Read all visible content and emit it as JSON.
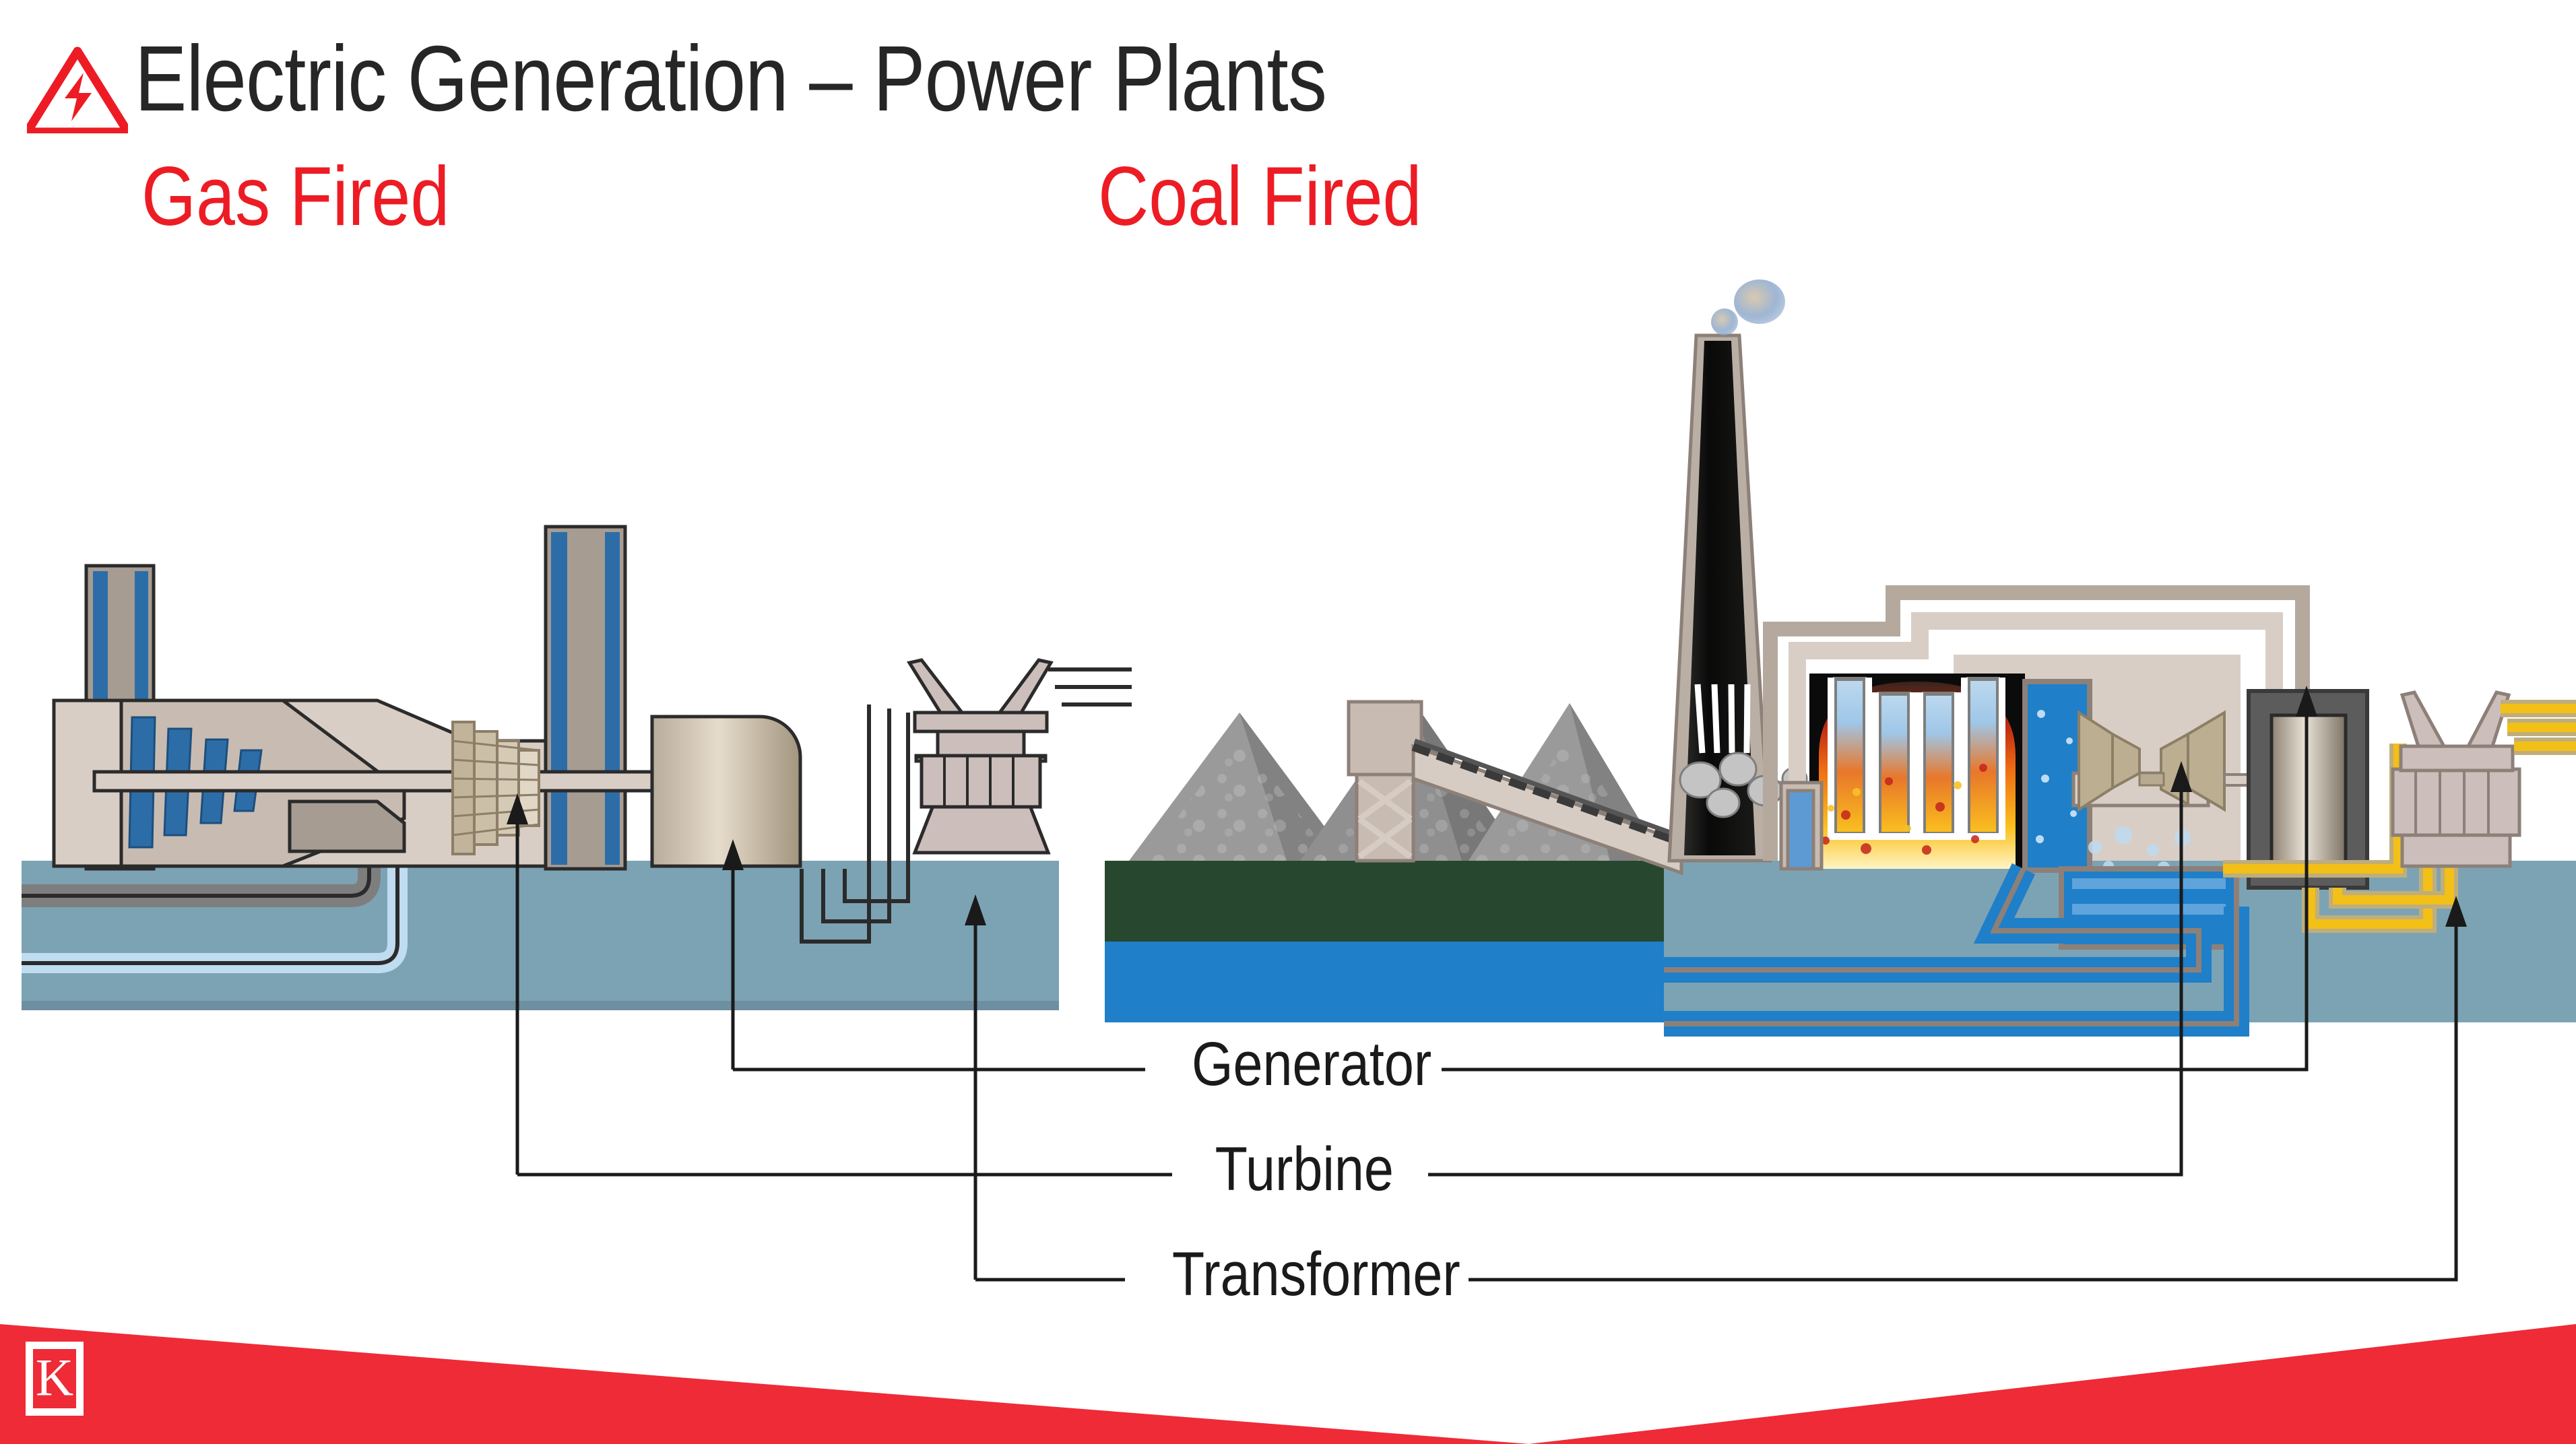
{
  "header": {
    "title": "Electric Generation – Power Plants",
    "hazard_icon": "electric-hazard-triangle-icon",
    "subtitle_left": "Gas Fired",
    "subtitle_right": "Coal Fired",
    "title_color": "#262626",
    "subtitle_color": "#ED1C24"
  },
  "labels": {
    "generator": "Generator",
    "turbine": "Turbine",
    "transformer": "Transformer"
  },
  "footer": {
    "logo_letter": "K",
    "band_color": "#EE2B37",
    "band_shadow_color": "#C4202B"
  },
  "palette": {
    "ground": "#7CA3B4",
    "ground_dark": "#6E98A9",
    "earth_green": "#27482F",
    "water_blue": "#1F7FC9",
    "structure_tan": "#C8BCB2",
    "structure_beige": "#D8CEC6",
    "metal_grey": "#A79C92",
    "blade_blue": "#2C6DA8",
    "coal_grey": "#8F8F8F",
    "coal_grey_dark": "#787878",
    "stack_black": "#0B0B0B",
    "flame_orange": "#F7A823",
    "power_line_yellow": "#F2C017",
    "steam_blue": "#1F7FC9"
  },
  "diagram": {
    "left_plant": {
      "name": "Gas Fired Power Plant",
      "parts": [
        "air-intake",
        "compressor",
        "combustor",
        "gas-turbine",
        "generator",
        "transformer",
        "transmission-lines",
        "fuel-supply-pipe"
      ]
    },
    "right_plant": {
      "name": "Coal Fired Power Plant",
      "parts": [
        "coal-pile",
        "conveyor-belt",
        "conveyor-tower",
        "smokestack",
        "boiler-furnace",
        "water-tubes",
        "steam-turbine",
        "generator",
        "condenser",
        "transformer",
        "transmission-lines"
      ]
    }
  }
}
